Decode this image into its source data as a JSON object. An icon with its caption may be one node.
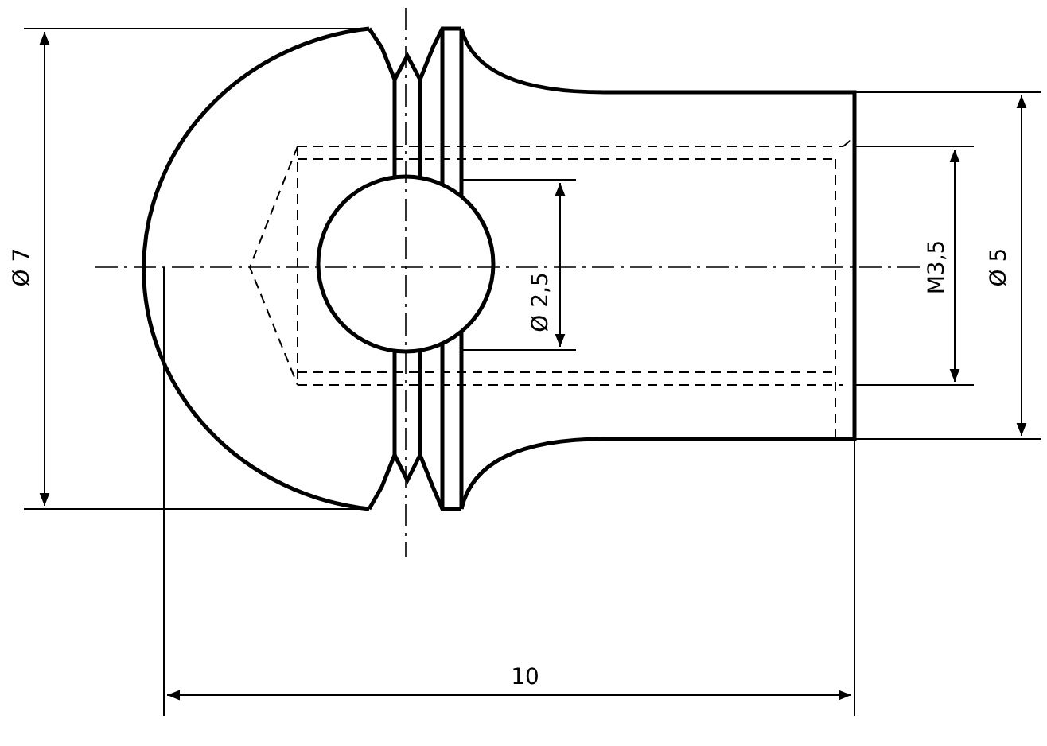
{
  "diagram": {
    "labels": [
      "Ø 7",
      "Ø 2,5",
      "M3,5",
      "Ø 5",
      "10"
    ]
  }
}
